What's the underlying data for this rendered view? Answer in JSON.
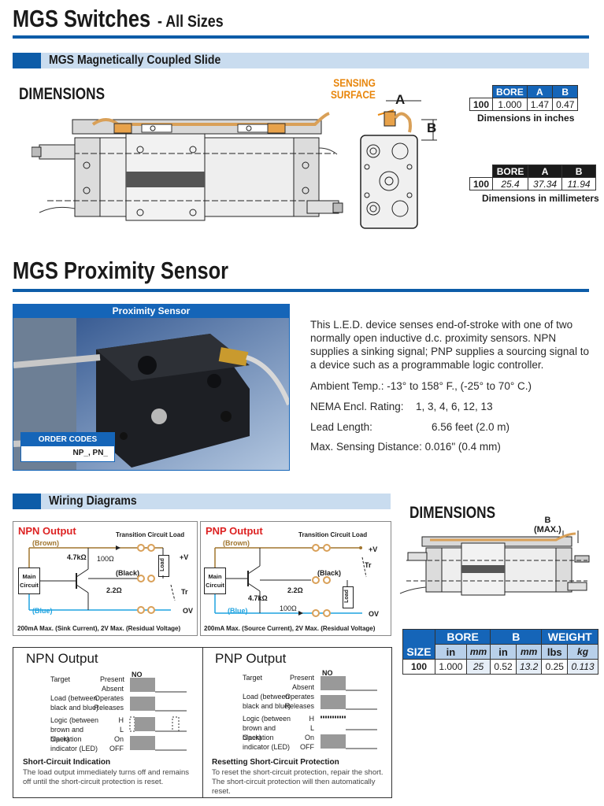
{
  "header": {
    "title": "MGS Switches",
    "subtitle": "- All Sizes"
  },
  "section_slide": {
    "label": "MGS Magnetically Coupled Slide"
  },
  "dimensions_heading": "DIMENSIONS",
  "sensing_surface": {
    "line1": "SENSING",
    "line2": "SURFACE",
    "dim_a": "A",
    "dim_b": "B"
  },
  "table_inches": {
    "headers": [
      "BORE",
      "A",
      "B"
    ],
    "row": [
      "100",
      "1.000",
      "1.47",
      "0.47"
    ],
    "caption": "Dimensions in inches"
  },
  "table_mm": {
    "headers": [
      "BORE",
      "A",
      "B"
    ],
    "row": [
      "100",
      "25.4",
      "37.34",
      "11.94"
    ],
    "caption": "Dimensions in millimeters"
  },
  "proximity": {
    "title": "MGS Proximity Sensor",
    "photo_caption": "Proximity Sensor",
    "order_codes_label": "ORDER CODES",
    "order_codes_value": "NP_, PN_",
    "description": "This L.E.D. device senses end-of-stroke with one of two normally open inductive d.c. proximity sensors. NPN supplies a sinking signal; PNP supplies a sourcing signal to a device such as a programmable logic controller.",
    "specs": [
      {
        "label": "Ambient Temp.: -13° to 158° F., (-25° to 70° C.)",
        "value": ""
      },
      {
        "label": "NEMA Encl. Rating:",
        "value": "1, 3, 4, 6, 12, 13"
      },
      {
        "label": "Lead Length:",
        "value": "6.56 feet (2.0 m)"
      },
      {
        "label": "Max. Sensing Distance: 0.016\" (0.4 mm)",
        "value": ""
      }
    ]
  },
  "wiring": {
    "section_label": "Wiring Diagrams",
    "npn": {
      "title": "NPN Output",
      "transition": "Transition Circuit Load",
      "brown": "(Brown)",
      "black": "(Black)",
      "blue": "(Blue)",
      "r1": "4.7kΩ",
      "r2": "100Ω",
      "r3": "2.2Ω",
      "main_circuit_1": "Main",
      "main_circuit_2": "Circuit",
      "load": "Load",
      "plus_v": "+V",
      "ov": "OV",
      "tr": "Tr",
      "footer": "200mA Max. (Sink Current), 2V Max. (Residual Voltage)"
    },
    "pnp": {
      "title": "PNP Output",
      "transition": "Transition Circuit Load",
      "brown": "(Brown)",
      "black": "(Black)",
      "blue": "(Blue)",
      "r1": "4.7kΩ",
      "r2": "100Ω",
      "r3": "2.2Ω",
      "main_circuit_1": "Main",
      "main_circuit_2": "Circuit",
      "load": "Load",
      "plus_v": "+V",
      "ov": "OV",
      "tr": "Tr",
      "footer": "200mA Max. (Source Current), 2V Max. (Residual Voltage)"
    }
  },
  "dimensions2": {
    "heading": "DIMENSIONS",
    "b_max_1": "B",
    "b_max_2": "(MAX.)",
    "table": {
      "group_headers": [
        "BORE",
        "B",
        "WEIGHT"
      ],
      "size_label": "SIZE",
      "units": [
        "in",
        "mm",
        "in",
        "mm",
        "lbs",
        "kg"
      ],
      "row": [
        "100",
        "1.000",
        "25",
        "0.52",
        "13.2",
        "0.25",
        "0.113"
      ]
    }
  },
  "npn_output": {
    "title": "NPN Output",
    "no": "NO",
    "rows": [
      {
        "left": "Target",
        "right1": "Present",
        "right2": "Absent"
      },
      {
        "left": "Load (between black and blue)",
        "right1": "Operates",
        "right2": "Releases"
      },
      {
        "left": "Logic (between brown and black)",
        "right1": "H",
        "right2": "L"
      },
      {
        "left": "Operation indicator (LED)",
        "right1": "On",
        "right2": "OFF"
      }
    ],
    "note_title": "Short-Circuit Indication",
    "note_body": "The load output immediately turns off and remains off until the short-circuit protection is reset."
  },
  "pnp_output": {
    "title": "PNP Output",
    "no": "NO",
    "rows": [
      {
        "left": "Target",
        "right1": "Present",
        "right2": "Absent"
      },
      {
        "left": "Load (between black and blue)",
        "right1": "Operates",
        "right2": "Releases"
      },
      {
        "left": "Logic (between brown and black)",
        "right1": "H",
        "right2": "L"
      },
      {
        "left": "Operation indicator (LED)",
        "right1": "On",
        "right2": "OFF"
      }
    ],
    "note_title": "Resetting Short-Circuit Protection",
    "note_body": "To reset the short-circuit protection, repair the short. The short-circuit protection will then automatically reset."
  },
  "colors": {
    "accent": "#0d5ca8",
    "section_bar": "#c9dcef",
    "orange": "#e8860c",
    "cyan_wire": "#1fa3e0",
    "brown_wire": "#a0752e"
  }
}
